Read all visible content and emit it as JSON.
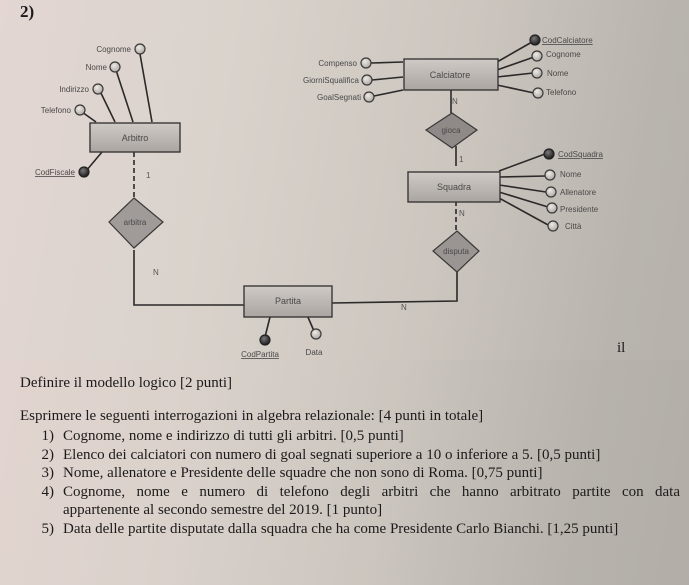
{
  "question_number": "2)",
  "er_diagram": {
    "entities": {
      "arbitro": "Arbitro",
      "calciatore": "Calciatore",
      "squadra": "Squadra",
      "partita": "Partita"
    },
    "relationships": {
      "arbitra": "arbitra",
      "gioca": "gioca",
      "disputa": "disputa"
    },
    "arbitro_attributes": {
      "cognome": "Cognome",
      "nome": "Nome",
      "indirizzo": "Indirizzo",
      "telefono": "Telefono",
      "codfiscale": "CodFiscale"
    },
    "calciatore_left_attributes": {
      "compenso": "Compenso",
      "giornisqualifica": "GiorniSqualifica",
      "goalsegnati": "GoalSegnati"
    },
    "calciatore_right_attributes": {
      "codcalciatore": "CodCalciatore",
      "cognome": "Cognome",
      "nome": "Nome",
      "telefono": "Telefono"
    },
    "squadra_attributes": {
      "codsquadra": "CodSquadra",
      "nome": "Nome",
      "allenatore": "Allenatore",
      "presidente": "Presidente",
      "citta": "Città"
    },
    "partita_attributes": {
      "codpartita": "CodPartita",
      "data": "Data"
    },
    "cardinalities": {
      "arbitro_arbitra": "1",
      "arbitra_partita": "N",
      "calciatore_gioca": "N",
      "gioca_squadra": "1",
      "squadra_disputa": "N",
      "disputa_partita": "N"
    }
  },
  "stray_text": "il",
  "logical_model_task": "Definire il modello logico [2 punti]",
  "queries_intro": "Esprimere le seguenti interrogazioni in algebra relazionale: [4 punti in totale]",
  "queries": [
    {
      "num": "1)",
      "text": "Cognome, nome e indirizzo di tutti gli arbitri.  [0,5 punti]"
    },
    {
      "num": "2)",
      "text": "Elenco dei calciatori con numero di goal segnati superiore a 10 o inferiore a 5.  [0,5 punti]"
    },
    {
      "num": "3)",
      "text": "Nome, allenatore e Presidente delle squadre che non sono di Roma.  [0,75 punti]"
    },
    {
      "num": "4)",
      "text_line1": "Cognome, nome e numero di telefono degli arbitri che hanno arbitrato partite con data",
      "text_line2": "appartenente al secondo semestre del 2019.  [1 punto]"
    },
    {
      "num": "5)",
      "text": "Data delle partite disputate dalla squadra che ha come Presidente Carlo Bianchi.  [1,25 punti]"
    }
  ]
}
